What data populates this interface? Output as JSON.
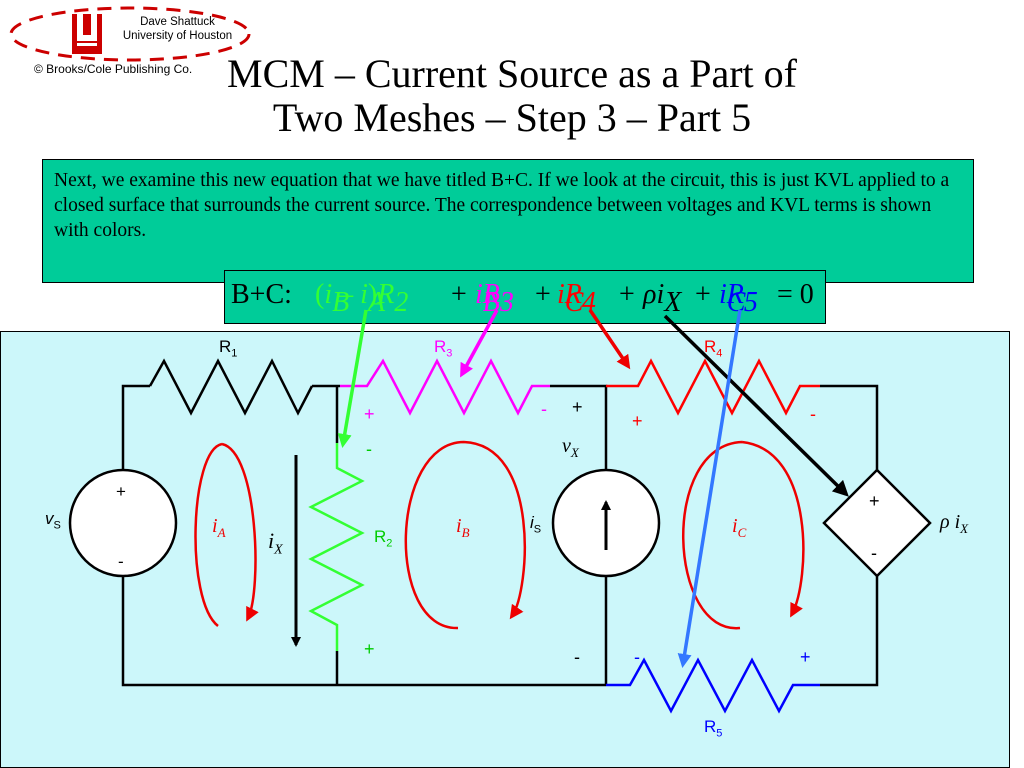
{
  "header": {
    "author_name": "Dave Shattuck",
    "author_affiliation": "University of Houston",
    "publisher": "© Brooks/Cole Publishing Co.",
    "logo_letters": "UH"
  },
  "title": {
    "line1": "MCM – Current Source as a Part of",
    "line2": "Two Meshes – Step 3 – Part 5"
  },
  "explanation": "Next, we examine this new equation that we have titled B+C.  If we look at the circuit, this is just KVL applied to a closed surface that surrounds the current source. The correspondence between voltages and KVL terms is shown with colors.",
  "equation": {
    "label": "B+C:",
    "term_r2": "(iB – iA)R2",
    "term_r3": "iBR3",
    "term_r4": "iCR4",
    "term_dep": "ρiX",
    "term_r5": "iCR5",
    "rhs": "= 0"
  },
  "colors": {
    "panel_bg": "#ccf7fa",
    "box_bg": "#00cc99",
    "r2_green": "#33ff33",
    "r3_magenta": "#ff00ff",
    "r4_red": "#ff0000",
    "r5_blue": "#0000ff",
    "mesh_red": "#ee0000",
    "arrow_blue": "#3377ff"
  },
  "circuit": {
    "r1": {
      "name": "R",
      "sub": "1"
    },
    "r2": {
      "name": "R",
      "sub": "2",
      "polarity_top": "-",
      "polarity_bottom": "+"
    },
    "r3": {
      "name": "R",
      "sub": "3",
      "polarity_left": "+",
      "polarity_right": "-"
    },
    "r4": {
      "name": "R",
      "sub": "4",
      "polarity_left": "+",
      "polarity_right": "-"
    },
    "r5": {
      "name": "R",
      "sub": "5",
      "polarity_left": "-",
      "polarity_right": "+"
    },
    "vs": {
      "name": "v",
      "sub": "S",
      "plus": "+",
      "minus": "-"
    },
    "is": {
      "name": "i",
      "sub": "S"
    },
    "vx": {
      "name": "v",
      "sub": "X",
      "plus": "+",
      "minus": "-"
    },
    "ix": {
      "name": "i",
      "sub": "X"
    },
    "dep_source": {
      "rho": "ρ",
      "name": "i",
      "sub": "X",
      "plus": "+",
      "minus": "-"
    },
    "mesh_a": {
      "name": "i",
      "sub": "A"
    },
    "mesh_b": {
      "name": "i",
      "sub": "B"
    },
    "mesh_c": {
      "name": "i",
      "sub": "C"
    }
  }
}
